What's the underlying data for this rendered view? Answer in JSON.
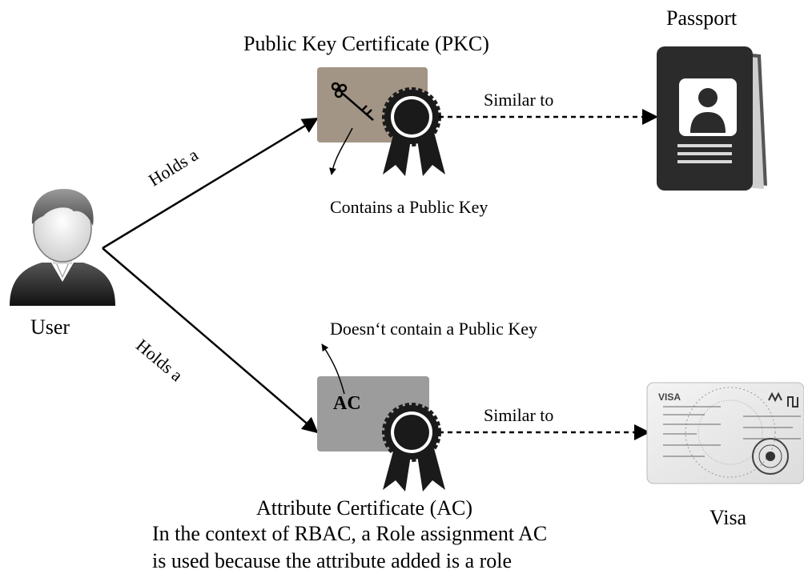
{
  "labels": {
    "pkc_title": "Public Key Certificate (PKC)",
    "passport": "Passport",
    "user": "User",
    "holds_a_top": "Holds a",
    "holds_a_bottom": "Holds a",
    "similar_to_top": "Similar to",
    "similar_to_bottom": "Similar to",
    "contains_pk": "Contains a Public Key",
    "doesnt_contain_pk": "Doesn‘t contain a Public Key",
    "ac_badge": "AC",
    "ac_title": "Attribute Certificate (AC)",
    "visa": "Visa",
    "rbac_line1": "In the context of RBAC, a Role assignment AC",
    "rbac_line2": "is used because the attribute added is a role"
  },
  "visa_card": {
    "brand": "VISA"
  },
  "colors": {
    "pkc_card": "#a39585",
    "ac_card": "#9c9c9c",
    "seal": "#1a1a1a",
    "passport": "#2b2b2b"
  },
  "icons": {
    "user": "user-avatar-icon",
    "key": "key-icon",
    "seal": "ribbon-seal-icon",
    "passport": "passport-icon",
    "visa": "visa-card-icon"
  }
}
